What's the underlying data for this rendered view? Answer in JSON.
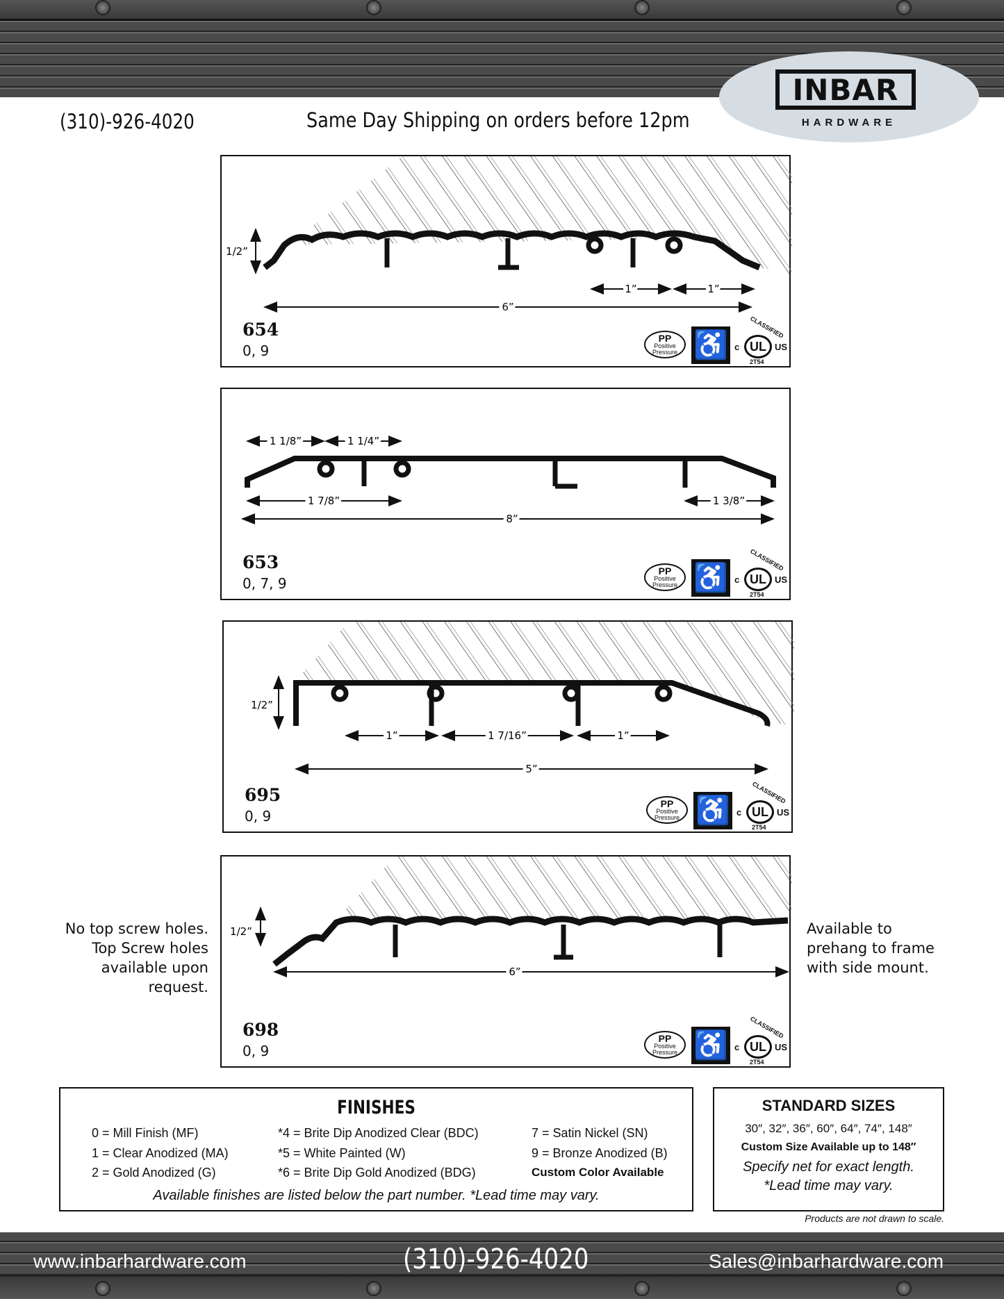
{
  "header": {
    "phone": "(310)-926-4020",
    "shipping": "Same Day Shipping on orders before 12pm",
    "logo_main": "INBAR",
    "logo_sub": "HARDWARE"
  },
  "badges": {
    "pp": "PP",
    "pp_line1": "Positive",
    "pp_line2": "Pressure",
    "wheelchair": "♿",
    "ul_classified": "CLASSIFIED",
    "ul": "UL",
    "ul_c": "c",
    "ul_us": "US",
    "ul_code": "2T54"
  },
  "products": [
    {
      "part": "654",
      "finishes": "0, 9",
      "dims": {
        "height": "1/2”",
        "width": "6”",
        "a": "1”",
        "b": "1”"
      }
    },
    {
      "part": "653",
      "finishes": "0, 7, 9",
      "dims": {
        "a": "1 1/8”",
        "b": "1 1/4”",
        "c": "1 7/8”",
        "d": "1 3/8”",
        "width": "8”"
      }
    },
    {
      "part": "695",
      "finishes": "0, 9",
      "dims": {
        "height": "1/2”",
        "a": "1”",
        "b": "1 7/16”",
        "c": "1”",
        "width": "5”"
      }
    },
    {
      "part": "698",
      "finishes": "0, 9",
      "dims": {
        "height": "1/2”",
        "width": "6”"
      }
    }
  ],
  "notes": {
    "left": [
      "No top screw holes.",
      "Top Screw holes",
      "available upon",
      "request."
    ],
    "right": [
      "Available to",
      "prehang to frame",
      "with side mount."
    ]
  },
  "finishes": {
    "title": "FINISHES",
    "col1": [
      "0 = Mill Finish (MF)",
      "1 = Clear Anodized (MA)",
      "2 = Gold Anodized (G)"
    ],
    "col2": [
      "*4 = Brite Dip Anodized Clear (BDC)",
      "*5 = White Painted (W)",
      "*6 = Brite Dip Gold Anodized (BDG)"
    ],
    "col3": [
      "7 = Satin Nickel (SN)",
      "9 = Bronze Anodized (B)",
      "Custom Color Available"
    ],
    "note": "Available finishes are listed below the part number. *Lead time may vary."
  },
  "sizes": {
    "title": "STANDARD SIZES",
    "list": "30″, 32″, 36″, 60″, 64″, 74″, 148″",
    "custom": "Custom Size Available up to 148″",
    "specify": "Specify net for exact length.",
    "lead": "*Lead time may vary."
  },
  "disclaimer": "Products are not drawn to scale.",
  "footer": {
    "website": "www.inbarhardware.com",
    "phone": "(310)-926-4020",
    "email": "Sales@inbarhardware.com"
  }
}
